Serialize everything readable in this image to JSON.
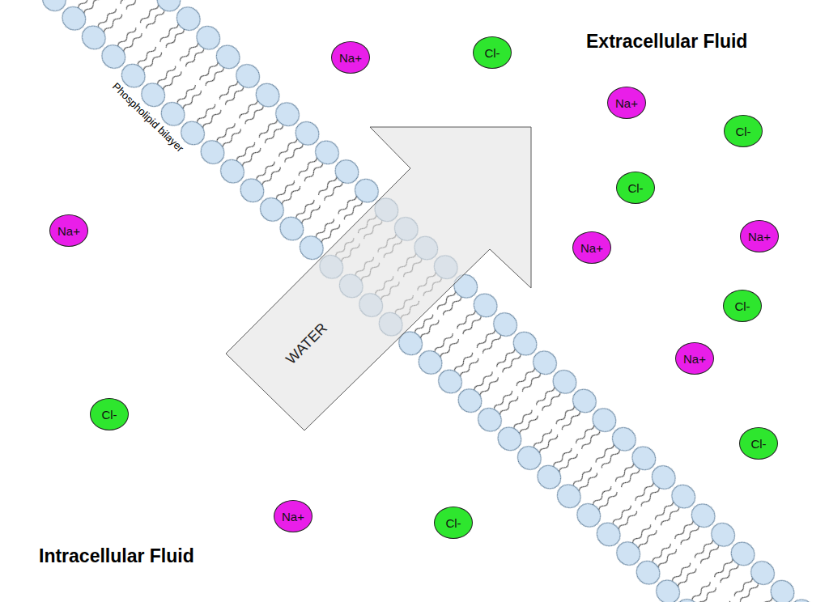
{
  "diagram": {
    "nodes": [
      {
        "text": [
          "Na+"
        ]
      },
      {
        "text": [
          "Cl-"
        ]
      },
      {
        "text": [
          "Na+"
        ]
      },
      {
        "text": [
          "Cl-"
        ]
      },
      {
        "text": [
          "Cl-"
        ]
      },
      {
        "text": [
          "Na+"
        ]
      },
      {
        "text": [
          "Na+"
        ]
      },
      {
        "text": [
          "Na+"
        ]
      },
      {
        "text": [
          "WATER"
        ]
      },
      {
        "text": [
          "Cl-"
        ]
      },
      {
        "text": [
          "Na+"
        ]
      },
      {
        "text": [
          "Cl-"
        ]
      },
      {
        "text": [
          "Cl-"
        ]
      },
      {
        "text": [
          "Na+"
        ]
      },
      {
        "text": [
          "Cl-"
        ]
      }
    ],
    "labels": [
      "Extracellular Fluid",
      "Phospholipid bilayer",
      "Intracellular Fluid"
    ]
  }
}
